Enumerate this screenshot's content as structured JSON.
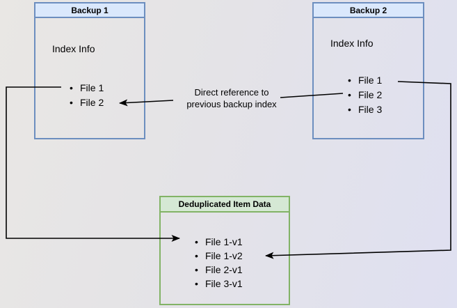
{
  "diagram": {
    "backup1": {
      "title": "Backup 1",
      "subtitle": "Index Info",
      "files": [
        "File 1",
        "File 2"
      ]
    },
    "backup2": {
      "title": "Backup 2",
      "subtitle": "Index Info",
      "files": [
        "File 1",
        "File 2",
        "File 3"
      ]
    },
    "dedup": {
      "title": "Deduplicated Item Data",
      "files": [
        "File 1-v1",
        "File 1-v2",
        "File 2-v1",
        "File 3-v1"
      ]
    },
    "annotation": {
      "line1": "Direct reference to",
      "line2": "previous backup index"
    },
    "colors": {
      "blue_border": "#6c8ebf",
      "blue_header_fill": "#dae8fc",
      "green_border": "#82b366",
      "green_header_fill": "#d5e8d4",
      "arrow": "#000000",
      "background_left": "#e9e7e4",
      "background_right": "#dfe0f1"
    }
  }
}
